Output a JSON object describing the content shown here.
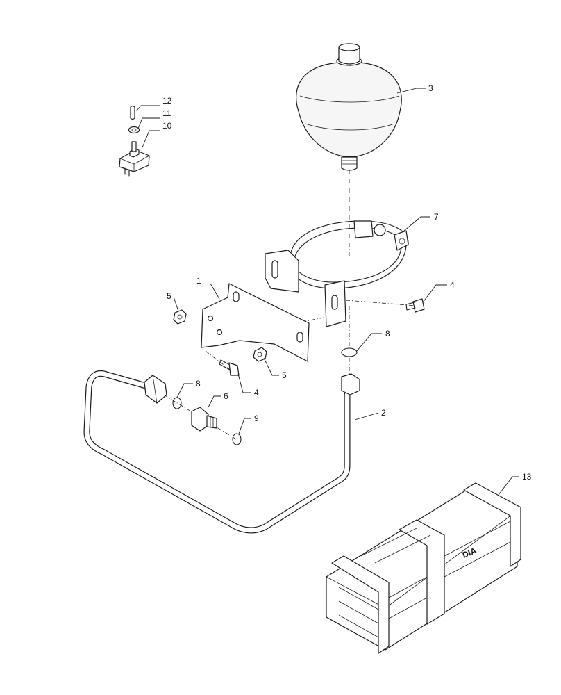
{
  "diagram": {
    "callouts": [
      {
        "id": "12",
        "text": "12"
      },
      {
        "id": "11",
        "text": "11"
      },
      {
        "id": "10",
        "text": "10"
      },
      {
        "id": "3",
        "text": "3"
      },
      {
        "id": "7",
        "text": "7"
      },
      {
        "id": "1",
        "text": "1"
      },
      {
        "id": "4a",
        "text": "4"
      },
      {
        "id": "5a",
        "text": "5"
      },
      {
        "id": "8a",
        "text": "8"
      },
      {
        "id": "5b",
        "text": "5"
      },
      {
        "id": "4b",
        "text": "4"
      },
      {
        "id": "8b",
        "text": "8"
      },
      {
        "id": "6",
        "text": "6"
      },
      {
        "id": "2",
        "text": "2"
      },
      {
        "id": "9",
        "text": "9"
      },
      {
        "id": "13",
        "text": "13"
      }
    ],
    "crate_marking": "DIA"
  }
}
